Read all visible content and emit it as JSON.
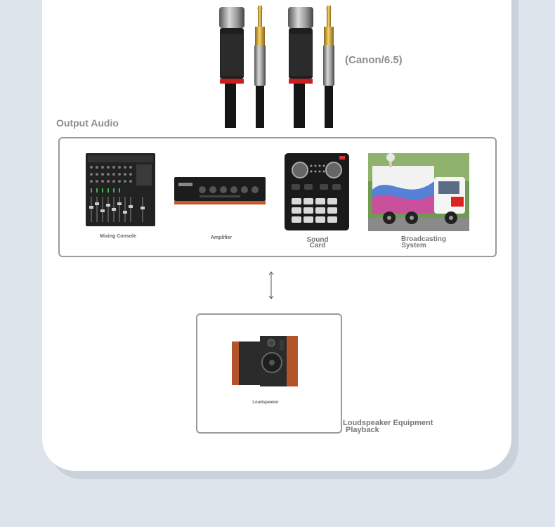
{
  "connector_label": "(Canon/6.5)",
  "section_title": "Output Audio",
  "devices": {
    "mixing_console": "Mixing Console",
    "amplifier": "Amplifier",
    "sound_card_line1": "Sound",
    "sound_card_line2": "Card",
    "broadcast_line1": "Broadcasting",
    "broadcast_line2": "System"
  },
  "speaker_label": "Loudspeaker",
  "playback_line1": "Loudspeaker Equipment",
  "playback_line2": "Playback",
  "colors": {
    "background": "#dde4ec",
    "card": "#ffffff",
    "caption": "#8e8e8e",
    "cable_ring": "#c8201e",
    "gold_plug": "#d8a93a",
    "speaker_wood": "#b2552b"
  }
}
